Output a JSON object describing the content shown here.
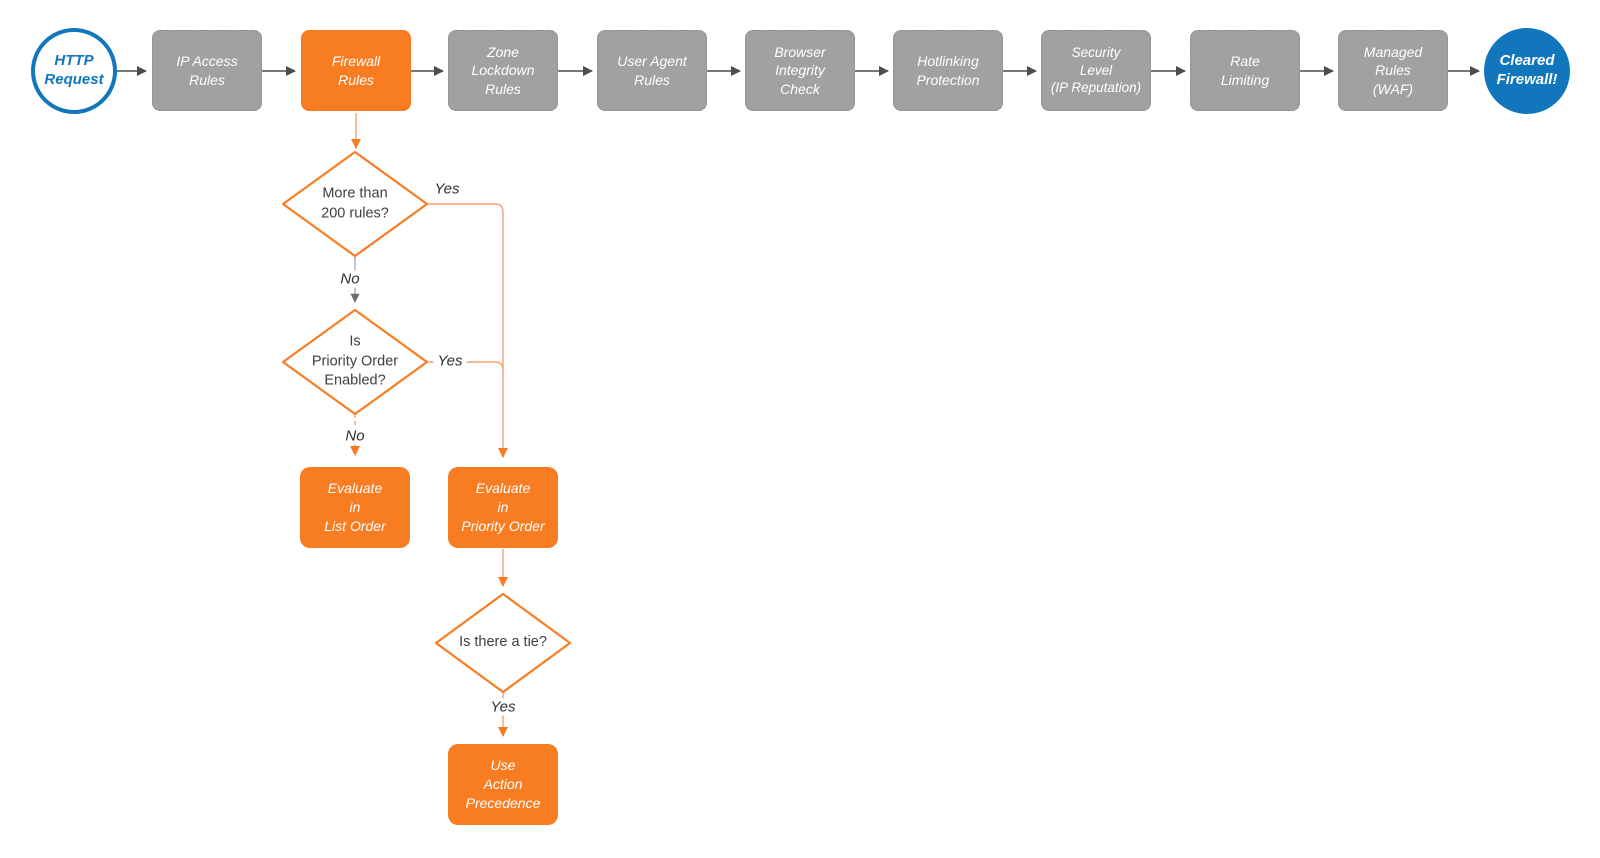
{
  "diagram": {
    "colors": {
      "orange": "#F87D22",
      "orange_line": "#F6A171",
      "gray_box": "#A1A1A1",
      "blue": "#1276BD",
      "dark_arrow": "#4D4D4D",
      "diamond_text": "#3F3F3F"
    },
    "pipeline": [
      {
        "id": "http-request",
        "label": "HTTP\nRequest",
        "shape": "circle"
      },
      {
        "id": "ip-access-rules",
        "label": "IP Access\nRules",
        "shape": "rect"
      },
      {
        "id": "firewall-rules",
        "label": "Firewall\nRules",
        "shape": "rect"
      },
      {
        "id": "zone-lockdown-rules",
        "label": "Zone\nLockdown\nRules",
        "shape": "rect"
      },
      {
        "id": "user-agent-rules",
        "label": "User Agent\nRules",
        "shape": "rect"
      },
      {
        "id": "browser-integrity-check",
        "label": "Browser\nIntegrity\nCheck",
        "shape": "rect"
      },
      {
        "id": "hotlinking-protection",
        "label": "Hotlinking\nProtection",
        "shape": "rect"
      },
      {
        "id": "security-level-ip-reputation",
        "label": "Security\nLevel\n(IP Reputation)",
        "shape": "rect"
      },
      {
        "id": "rate-limiting",
        "label": "Rate\nLimiting",
        "shape": "rect"
      },
      {
        "id": "managed-rules-waf",
        "label": "Managed\nRules\n(WAF)",
        "shape": "rect"
      },
      {
        "id": "cleared-firewall",
        "label": "Cleared\nFirewall!",
        "shape": "circle"
      }
    ],
    "decisions": [
      {
        "id": "more-than-200-rules",
        "label": "More than\n200 rules?"
      },
      {
        "id": "priority-order-enabled",
        "label": "Is\nPriority Order\nEnabled?"
      },
      {
        "id": "is-there-a-tie",
        "label": "Is there a tie?"
      }
    ],
    "actions": [
      {
        "id": "evaluate-in-list-order",
        "label": "Evaluate\nin\nList Order"
      },
      {
        "id": "evaluate-in-priority-order",
        "label": "Evaluate\nin\nPriority Order"
      },
      {
        "id": "use-action-precedence",
        "label": "Use\nAction\nPrecedence"
      }
    ],
    "edge_labels": {
      "yes1": "Yes",
      "no1": "No",
      "yes2": "Yes",
      "no2": "No",
      "yes3": "Yes"
    }
  }
}
